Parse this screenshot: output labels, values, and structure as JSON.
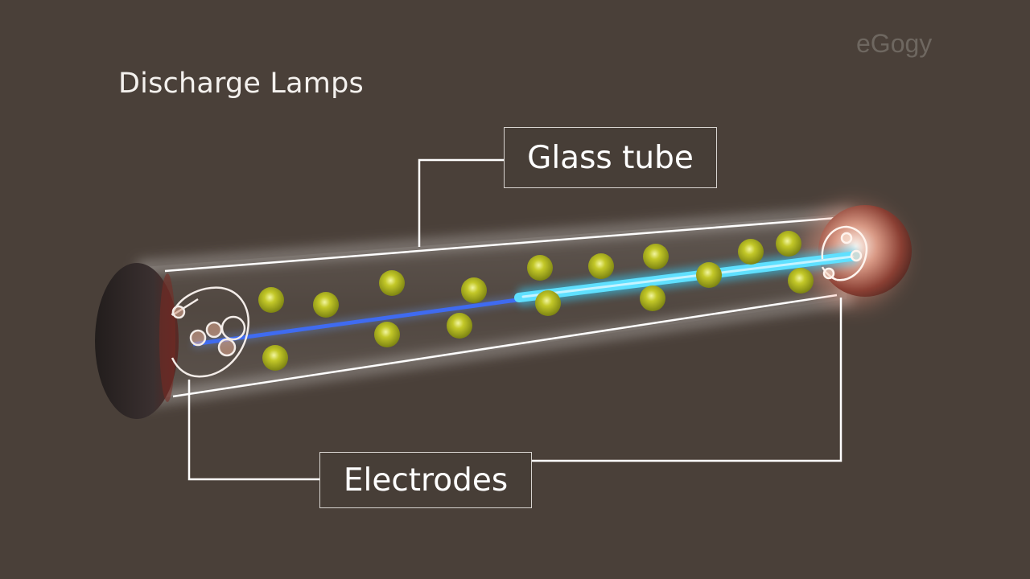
{
  "title": "Discharge Lamps",
  "watermark": "eGogy",
  "labels": {
    "glass_tube": "Glass tube",
    "electrodes": "Electrodes"
  },
  "colors": {
    "background": "#4a4039",
    "gas_atom": "#b8bd1f",
    "discharge_arc": "#38c8ff",
    "leader_line": "#ffffff"
  },
  "icons": [
    "gas-atom-icon",
    "electrode-filament-icon",
    "lamp-end-cap-icon"
  ]
}
